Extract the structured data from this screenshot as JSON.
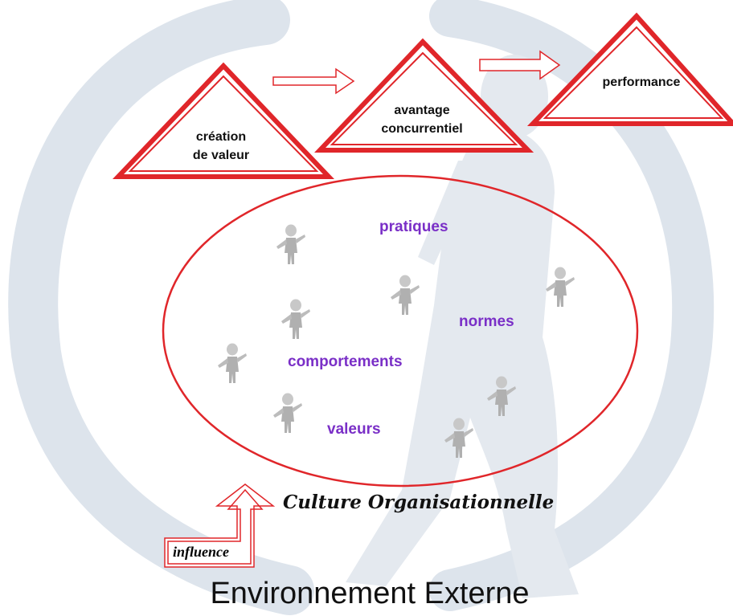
{
  "triangles": {
    "creation": {
      "line1": "création",
      "line2": "de valeur"
    },
    "avantage": {
      "line1": "avantage",
      "line2": "concurrentiel"
    },
    "performance": {
      "line1": "performance"
    }
  },
  "concepts": {
    "pratiques": "pratiques",
    "normes": "normes",
    "comportements": "comportements",
    "valeurs": "valeurs"
  },
  "culture_label": "Culture Organisationnelle",
  "influence_label": "influence",
  "environment_label": "Environnement Externe",
  "colors": {
    "outline_red": "#e0262a",
    "concept_purple": "#7a2fc7",
    "watermark": "#dfe5ec",
    "figure_gray": "#b5b5b5"
  }
}
